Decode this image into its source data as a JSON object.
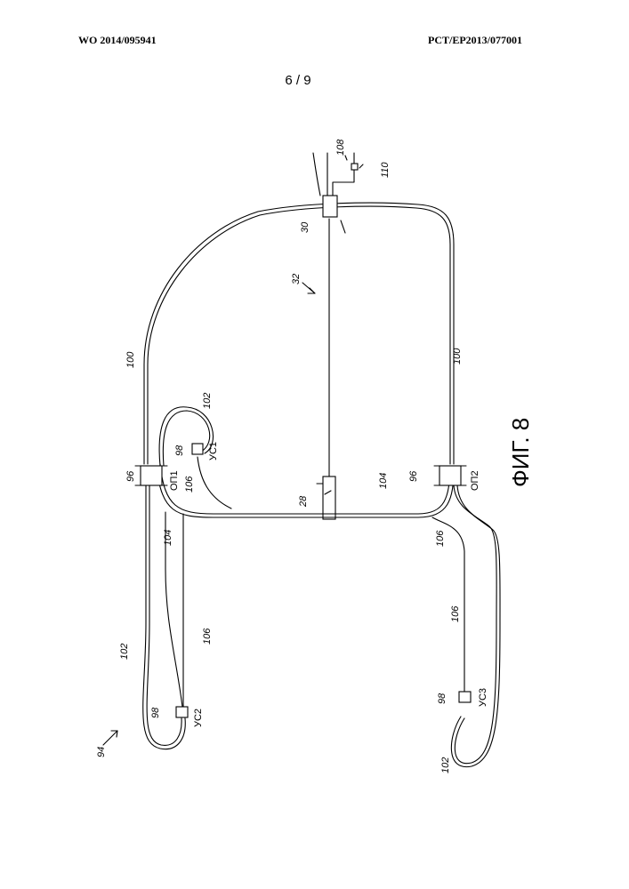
{
  "header": {
    "left": "WO 2014/095941",
    "right": "PCT/EP2013/077001",
    "page": "6 / 9"
  },
  "figure": {
    "caption": "ФИГ. 8",
    "refs": {
      "r94": "94",
      "r96a": "96",
      "r96b": "96",
      "r98a": "98",
      "r98b": "98",
      "r98c": "98",
      "r100a": "100",
      "r100b": "100",
      "r102a": "102",
      "r102b": "102",
      "r102c": "102",
      "r104a": "104",
      "r104b": "104",
      "r106a": "106",
      "r106b": "106",
      "r106c": "106",
      "r106d": "106",
      "r28": "28",
      "r30": "30",
      "r32": "32",
      "r108": "108",
      "r110": "110"
    },
    "labels": {
      "op1": "ОП1",
      "op2": "ОП2",
      "us1": "УС1",
      "us2": "УС2",
      "us3": "УС3"
    }
  }
}
